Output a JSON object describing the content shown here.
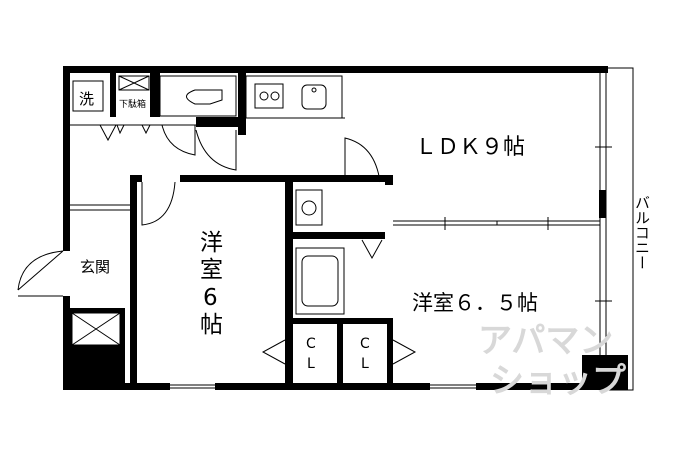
{
  "rooms": {
    "ldk": "ＬＤＫ９帖",
    "western_65": "洋室６．５帖",
    "western_6_line1": "洋",
    "western_6_line2": "室",
    "western_6_line3": "6",
    "western_6_line4": "帖",
    "entrance": "玄関",
    "balcony": "バルコニー",
    "laundry": "洗",
    "shoe_cabinet": "下駄箱",
    "closet_1_c": "C",
    "closet_1_l": "L",
    "closet_2_c": "C",
    "closet_2_l": "L"
  },
  "watermark": {
    "line1": "アパマン",
    "line2": "ショップ"
  },
  "colors": {
    "wall": "#000000",
    "watermark": "#d8d8d8"
  }
}
